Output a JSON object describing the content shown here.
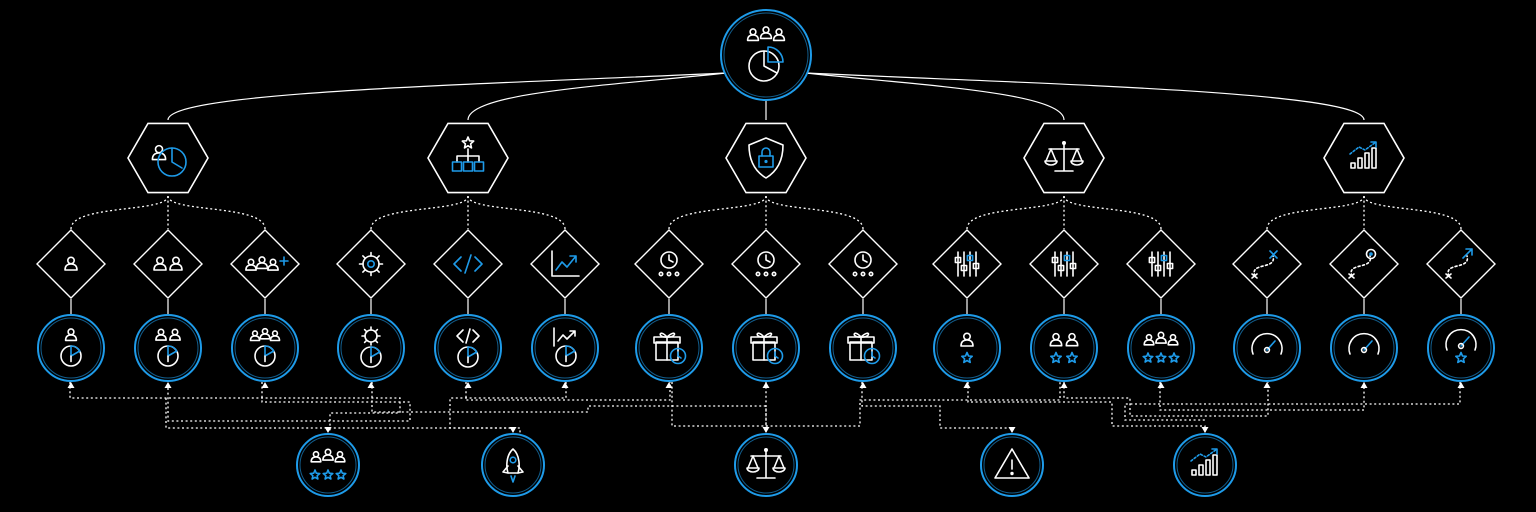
{
  "colors": {
    "background": "#000000",
    "line": "#ffffff",
    "accent": "#1e9be9"
  },
  "root": {
    "icon": "team-analytics-icon"
  },
  "groups": [
    {
      "key": "team",
      "icon": "user-time-icon",
      "children": [
        {
          "diamond": "user-icon",
          "circle": "user-time-pie-icon"
        },
        {
          "diamond": "users-icon",
          "circle": "users-time-pie-icon"
        },
        {
          "diamond": "users-add-icon",
          "circle": "group-time-pie-icon"
        }
      ]
    },
    {
      "key": "structure",
      "icon": "org-chart-star-icon",
      "children": [
        {
          "diamond": "gear-icon",
          "circle": "gear-time-pie-icon"
        },
        {
          "diamond": "code-icon",
          "circle": "code-time-pie-icon"
        },
        {
          "diamond": "trend-chart-icon",
          "circle": "trend-time-pie-icon"
        }
      ]
    },
    {
      "key": "security",
      "icon": "shield-lock-icon",
      "children": [
        {
          "diamond": "clock-dots-icon",
          "circle": "gift-clock-icon"
        },
        {
          "diamond": "clock-dots-icon",
          "circle": "gift-clock-icon"
        },
        {
          "diamond": "clock-dots-partial-icon",
          "circle": "gift-clock-icon"
        }
      ]
    },
    {
      "key": "balance",
      "icon": "scales-icon",
      "children": [
        {
          "diamond": "sliders-icon",
          "circle": "user-star-icon"
        },
        {
          "diamond": "sliders-icon",
          "circle": "users-two-stars-icon"
        },
        {
          "diamond": "sliders-icon",
          "circle": "group-three-stars-icon"
        }
      ]
    },
    {
      "key": "growth",
      "icon": "bar-chart-growth-icon",
      "children": [
        {
          "diamond": "route-x-icon",
          "circle": "gauge-icon"
        },
        {
          "diamond": "route-target-icon",
          "circle": "gauge-icon"
        },
        {
          "diamond": "route-arrow-icon",
          "circle": "gauge-star-icon"
        }
      ]
    }
  ],
  "bottom": [
    {
      "icon": "group-stars-icon"
    },
    {
      "icon": "rocket-icon"
    },
    {
      "icon": "scales-icon"
    },
    {
      "icon": "warning-icon"
    },
    {
      "icon": "bar-chart-growth-icon"
    }
  ]
}
